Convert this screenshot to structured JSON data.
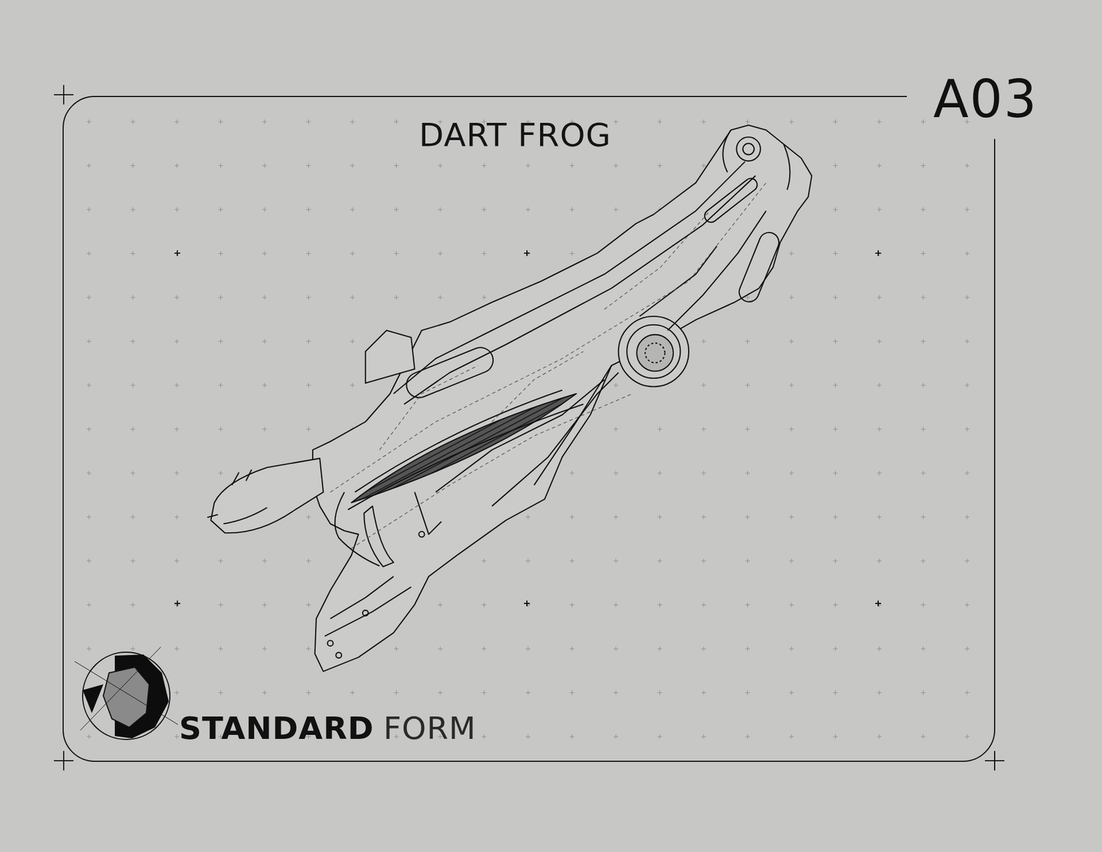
{
  "diagram": {
    "title": "DART FROG",
    "labels": [
      "A03",
      "STANDARD",
      "FORM"
    ]
  }
}
